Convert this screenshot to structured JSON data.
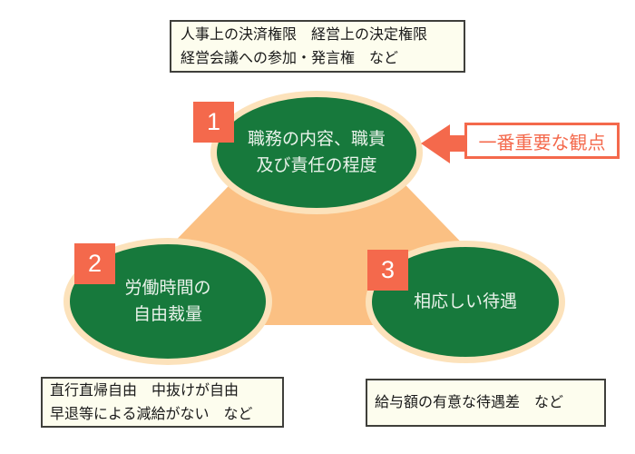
{
  "colors": {
    "ellipse_green": "#17793C",
    "ellipse_ring_cream": "#FCE2BB",
    "triangle_orange": "#FBC083",
    "accent_coral": "#F4694C",
    "note_bg_ivory": "#FDFDEE",
    "note_border_dark": "#3F3F3B",
    "ellipse_text": "#EAF3EB",
    "note_text": "#1A1A1A"
  },
  "top_note": {
    "line1": "人事上の決済権限　経営上の決定権限",
    "line2": "経営会議への参加・発言権　など"
  },
  "nodes": [
    {
      "number": "1",
      "line1": "職務の内容、職責",
      "line2": "及び責任の程度"
    },
    {
      "number": "2",
      "line1": "労働時間の",
      "line2": "自由裁量"
    },
    {
      "number": "3",
      "line1": "相応しい待遇"
    }
  ],
  "callout": {
    "label": "一番重要な観点"
  },
  "bottom_left_note": {
    "line1": "直行直帰自由　中抜けが自由",
    "line2": "早退等による減給がない　など"
  },
  "bottom_right_note": {
    "line1": "給与額の有意な待遇差　など"
  }
}
